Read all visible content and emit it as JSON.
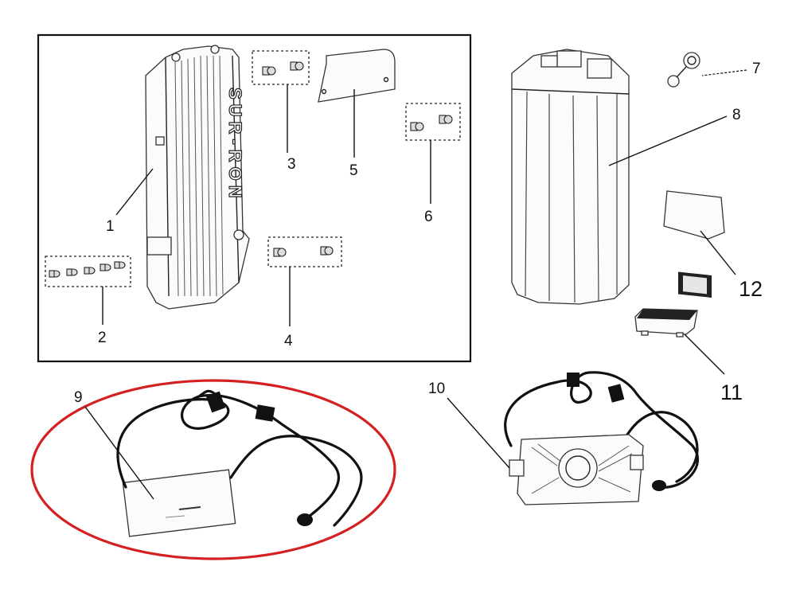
{
  "diagram": {
    "brand_text": "SUR-RON",
    "callouts": [
      {
        "id": "1",
        "text": "1"
      },
      {
        "id": "2",
        "text": "2"
      },
      {
        "id": "3",
        "text": "3"
      },
      {
        "id": "4",
        "text": "4"
      },
      {
        "id": "5",
        "text": "5"
      },
      {
        "id": "6",
        "text": "6"
      },
      {
        "id": "7",
        "text": "7"
      },
      {
        "id": "8",
        "text": "8"
      },
      {
        "id": "9",
        "text": "9"
      },
      {
        "id": "10",
        "text": "10"
      },
      {
        "id": "11",
        "text": "11"
      },
      {
        "id": "12",
        "text": "12"
      }
    ],
    "colors": {
      "line": "#222222",
      "highlight": "#d42020",
      "background": "#ffffff"
    }
  }
}
